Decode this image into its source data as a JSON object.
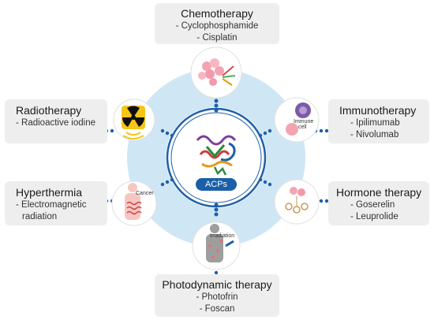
{
  "center": {
    "label": "ACPs"
  },
  "therapies": {
    "chemotherapy": {
      "title": "Chemotherapy",
      "items": [
        "- Cyclophosphamide",
        "- Cisplatin"
      ]
    },
    "radiotherapy": {
      "title": "Radiotherapy",
      "items": [
        "- Radioactive iodine"
      ]
    },
    "immunotherapy": {
      "title": "Immunotherapy",
      "items": [
        "- Ipilimumab",
        "- Nivolumab"
      ]
    },
    "hyperthermia": {
      "title": "Hyperthermia",
      "items": [
        "- Electromagnetic",
        "radiation"
      ]
    },
    "hormone": {
      "title": "Hormone therapy",
      "items": [
        "- Goserelin",
        "- Leuprolide"
      ]
    },
    "photodynamic": {
      "title": "Photodynamic therapy",
      "items": [
        "- Photofrin",
        "- Foscan"
      ]
    }
  },
  "icon_labels": {
    "immune": [
      "Immune",
      "cell"
    ],
    "cancer": "Cancer",
    "irradiation": "Irradiation"
  },
  "colors": {
    "outer_ring": "#cfe6f5",
    "inner_ring": "#1f5fa8",
    "dots": "#1f5fa8",
    "acps_pill": "#1a5fa8",
    "box_bg": "#eeeeee"
  }
}
